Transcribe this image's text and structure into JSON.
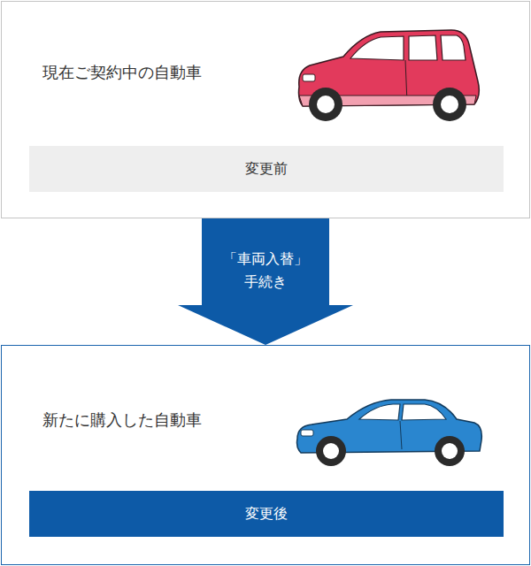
{
  "diagram": {
    "nodes": [
      {
        "text": [
          "現在ご契約中の自動車"
        ]
      },
      {
        "text": [
          "変更前"
        ],
        "in": 0
      },
      {
        "text": [
          "新たに購入した自動車"
        ]
      },
      {
        "text": [
          "変更後"
        ],
        "in": 2
      }
    ],
    "edges": [
      {
        "from": 0,
        "to": 2,
        "arrow": "to",
        "label": "「車両入替」 手続き"
      }
    ]
  }
}
